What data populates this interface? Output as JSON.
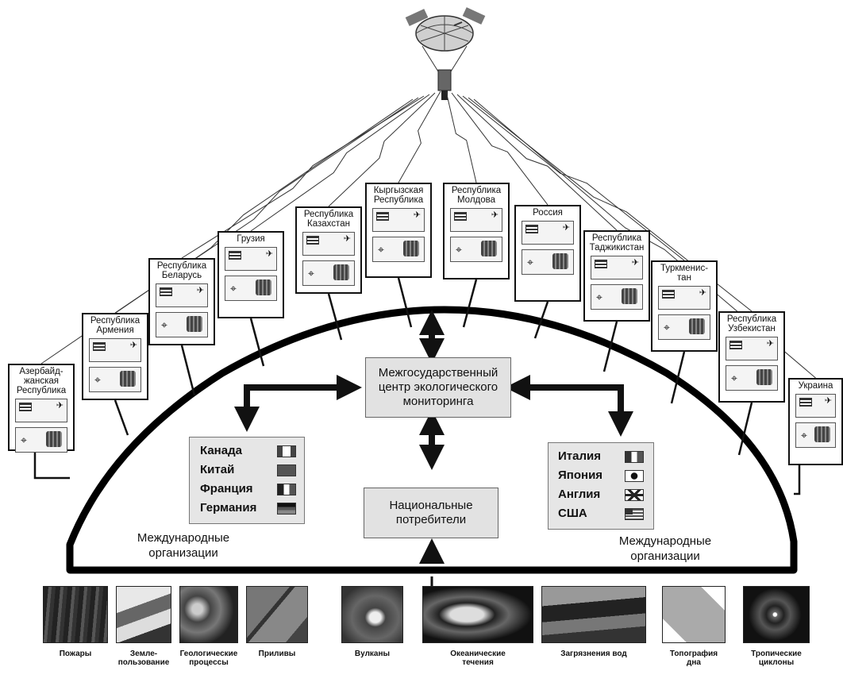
{
  "countries": [
    {
      "label": "Азербайд-\nжанская\nРеспублика"
    },
    {
      "label": "Республика\nАрмения"
    },
    {
      "label": "Республика\nБеларусь"
    },
    {
      "label": "Грузия"
    },
    {
      "label": "Республика\nКазахстан"
    },
    {
      "label": "Кыргызская\nРеспублика"
    },
    {
      "label": "Республика\nМолдова"
    },
    {
      "label": "Россия"
    },
    {
      "label": "Республика\nТаджикистан"
    },
    {
      "label": "Туркменис-\nтан"
    },
    {
      "label": "Республика\nУзбекистан"
    },
    {
      "label": "Украина"
    }
  ],
  "center": {
    "monitoring_center": "Межгосударственный\nцентр экологического\nмониторинга",
    "national_consumers": "Национальные\nпотребители"
  },
  "intl_left": {
    "countries": [
      {
        "name": "Канада",
        "flag": "canada"
      },
      {
        "name": "Китай",
        "flag": "china"
      },
      {
        "name": "Франция",
        "flag": "france"
      },
      {
        "name": "Германия",
        "flag": "germany"
      }
    ],
    "org_label": "Международные\nорганизации"
  },
  "intl_right": {
    "countries": [
      {
        "name": "Италия",
        "flag": "italy"
      },
      {
        "name": "Япония",
        "flag": "japan"
      },
      {
        "name": "Англия",
        "flag": "uk"
      },
      {
        "name": "США",
        "flag": "usa"
      }
    ],
    "org_label": "Международные\nорганизации"
  },
  "phenomena": [
    {
      "label": "Пожары"
    },
    {
      "label": "Земле-\nпользование"
    },
    {
      "label": "Геологические\nпроцессы"
    },
    {
      "label": "Приливы"
    },
    {
      "label": "Вулканы"
    },
    {
      "label": "Океанические\nтечения"
    },
    {
      "label": "Загрязнения вод"
    },
    {
      "label": "Топография\nдна"
    },
    {
      "label": "Тропические\nциклоны"
    }
  ]
}
